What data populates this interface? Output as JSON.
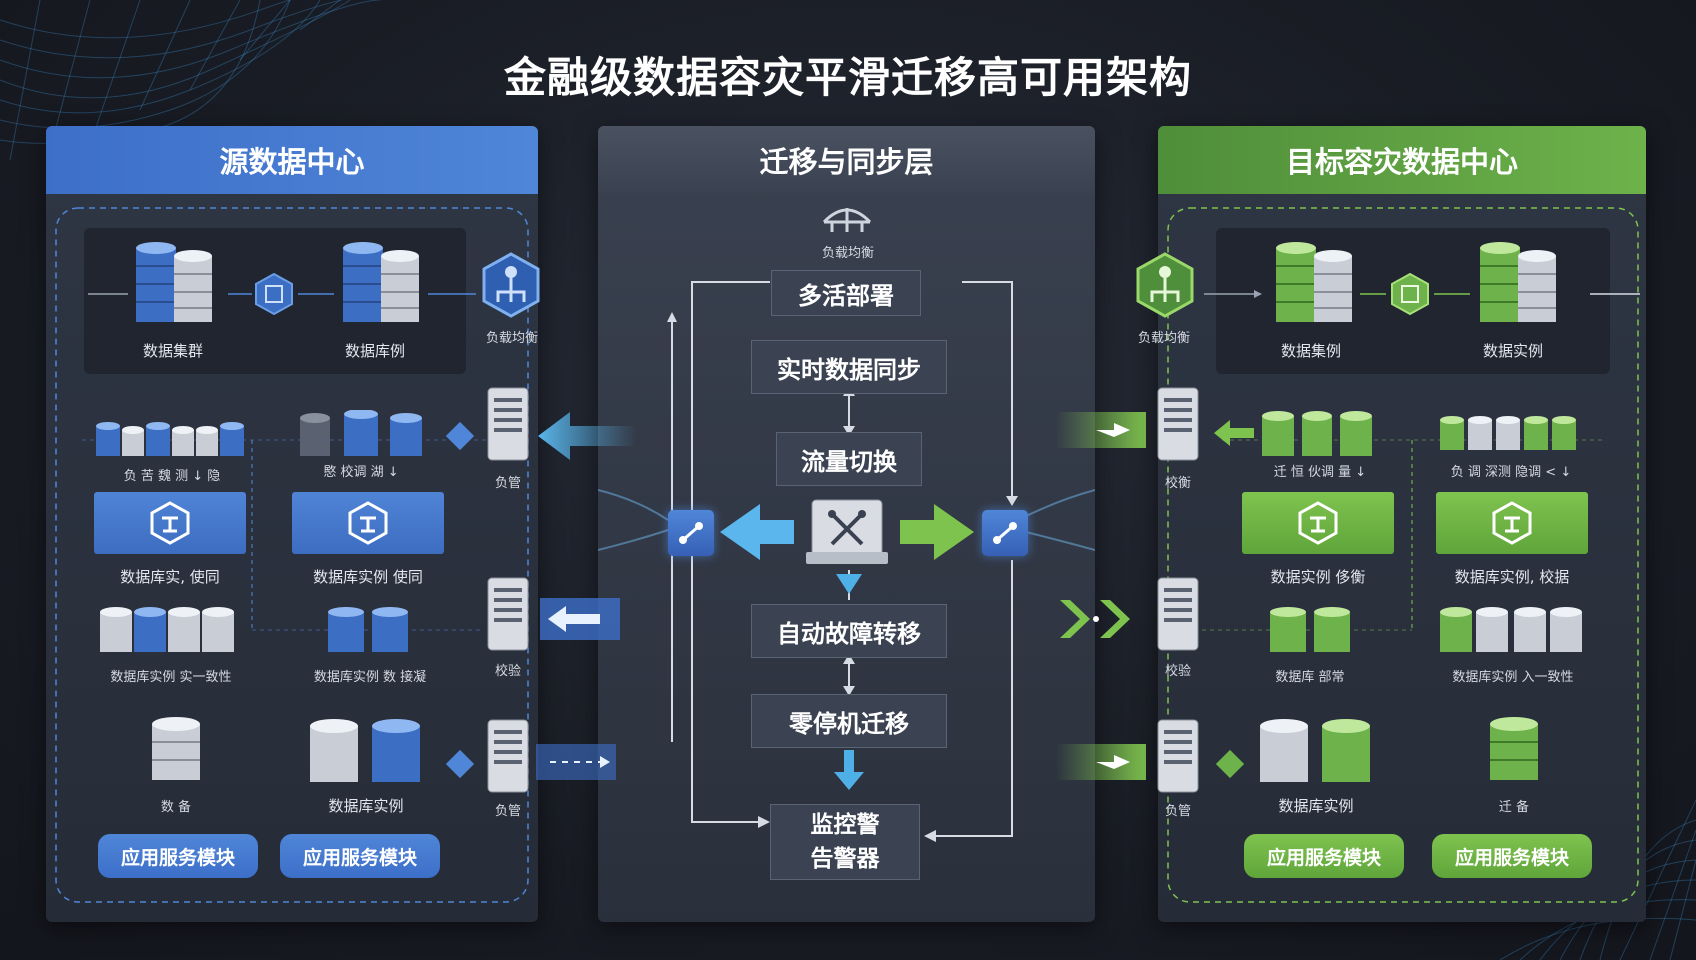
{
  "title": "金融级数据容灾平滑迁移高可用架构",
  "colors": {
    "source": "#4f86d8",
    "middle": "#3a4150",
    "target": "#6db24a",
    "background": "#191c24"
  },
  "left": {
    "header": "源数据中心",
    "cluster_labels": [
      "数据集群",
      "数据库例"
    ],
    "lb_label": "负载均衡",
    "row1_labels": [
      "负 苦 魏 测 ↓ 隐",
      "愍 校调 湖 ↓"
    ],
    "tile_labels": [
      "数据库实, 使同",
      "数据库实例 使同"
    ],
    "row3_labels": [
      "数据库实例 实一致性",
      "数据库实例 数 接凝"
    ],
    "row4_labels": [
      "数 备",
      "数据库实例"
    ],
    "server_labels": [
      "负管",
      "校验",
      "负管"
    ],
    "buttons": [
      "应用服务模块",
      "应用服务模块"
    ]
  },
  "middle": {
    "header": "迁移与同步层",
    "lb_label": "负载均衡",
    "steps": [
      "多活部署",
      "实时数据同步",
      "流量切换",
      "自动故障转移",
      "零停机迁移"
    ],
    "monitor": [
      "监控警",
      "告警器"
    ]
  },
  "right": {
    "header": "目标容灾数据中心",
    "cluster_labels": [
      "数据集例",
      "数据实例"
    ],
    "lb_label": "负载均衡",
    "row1_labels": [
      "迁 恒 伙调 量 ↓",
      "负 调 深测 隐调 < ↓"
    ],
    "tile_labels": [
      "数据实例 侈衡",
      "数据库实例, 校据"
    ],
    "row3_labels": [
      "数据库 部常",
      "数据库实例 入一致性"
    ],
    "row4_labels": [
      "数据库实例",
      "迁 备"
    ],
    "server_labels": [
      "校衡",
      "校验",
      "负管"
    ],
    "buttons": [
      "应用服务模块",
      "应用服务模块"
    ]
  }
}
